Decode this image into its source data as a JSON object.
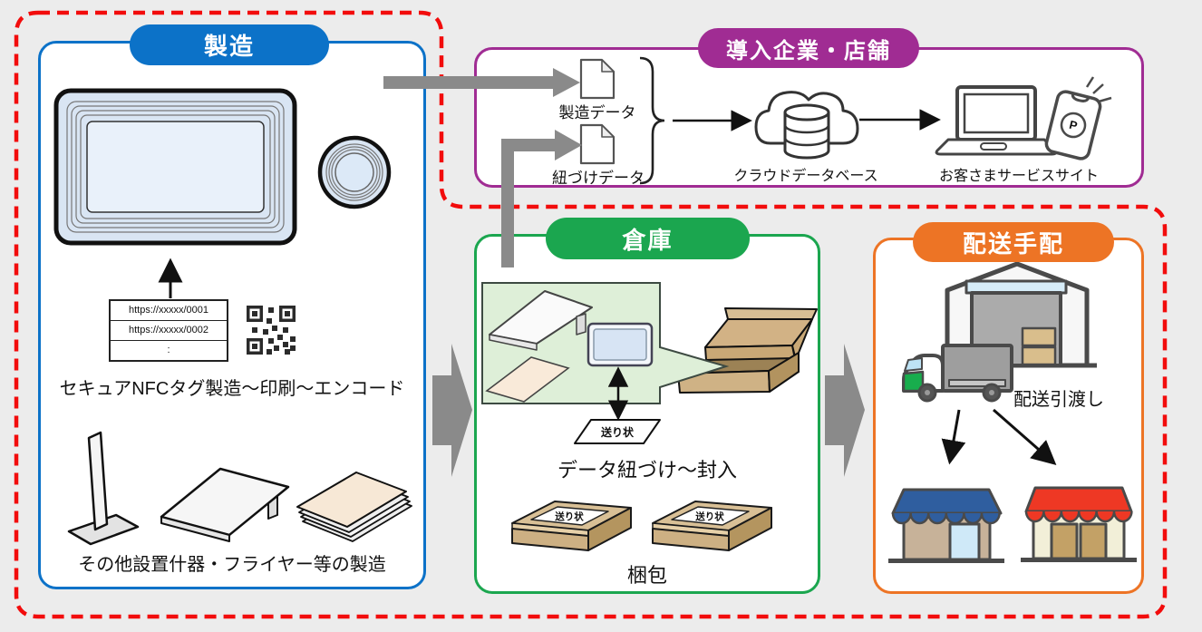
{
  "palette": {
    "background": "#ECECEC",
    "manufacturing_blue": "#0C72C8",
    "client_purple": "#A02C93",
    "warehouse_green": "#1BA64F",
    "delivery_orange": "#ED7425",
    "scope_boundary_red": "#F20C0C",
    "flow_arrow_gray": "#8A8A8A",
    "carton_tan": "#D9C096"
  },
  "sections": {
    "manufacturing": {
      "label": "製造",
      "urls": [
        "https://xxxxx/0001",
        "https://xxxxx/0002",
        ":"
      ],
      "caption_nfc": "セキュアNFCタグ製造～印刷～エンコード",
      "caption_fixtures": "その他設置什器・フライヤー等の製造"
    },
    "client": {
      "label": "導入企業・店舗",
      "doc_manufacturing": "製造データ",
      "doc_linking": "紐づけデータ",
      "cloud_label": "クラウドデータベース",
      "service_label": "お客さまサービスサイト"
    },
    "warehouse": {
      "label": "倉庫",
      "slip_label": "送り状",
      "caption_link": "データ紐づけ～封入",
      "caption_pack": "梱包"
    },
    "delivery": {
      "label": "配送手配",
      "caption_handover": "配送引渡し"
    }
  },
  "icons": {
    "nfc-tag-card-icon": "rounded card with antenna coil",
    "nfc-tag-coin-icon": "circular tag with coil rings",
    "qr-code-icon": "QR code",
    "sign-stand-icon": "upright sign fixture",
    "slope-stand-icon": "sloped display stand",
    "flyer-stack-icon": "stack of flyers",
    "document-icon": "page with folded corner",
    "curly-brace": "}",
    "cloud-database-icon": "cloud with database cylinder",
    "laptop-icon": "laptop computer",
    "smartphone-icon": "phone with P badge and signal",
    "callout-icon": "green callout pointing to box",
    "shipping-slip-icon": "parallelogram slip",
    "open-box-icon": "open cardboard box",
    "package-icon": "flat sealed box with slip",
    "warehouse-building-icon": "warehouse",
    "truck-icon": "delivery truck",
    "store-blue-icon": "storefront with blue awning",
    "store-red-icon": "storefront with red awning",
    "flow-arrow": "gray block arrow",
    "scope-boundary": "red dashed outline"
  }
}
